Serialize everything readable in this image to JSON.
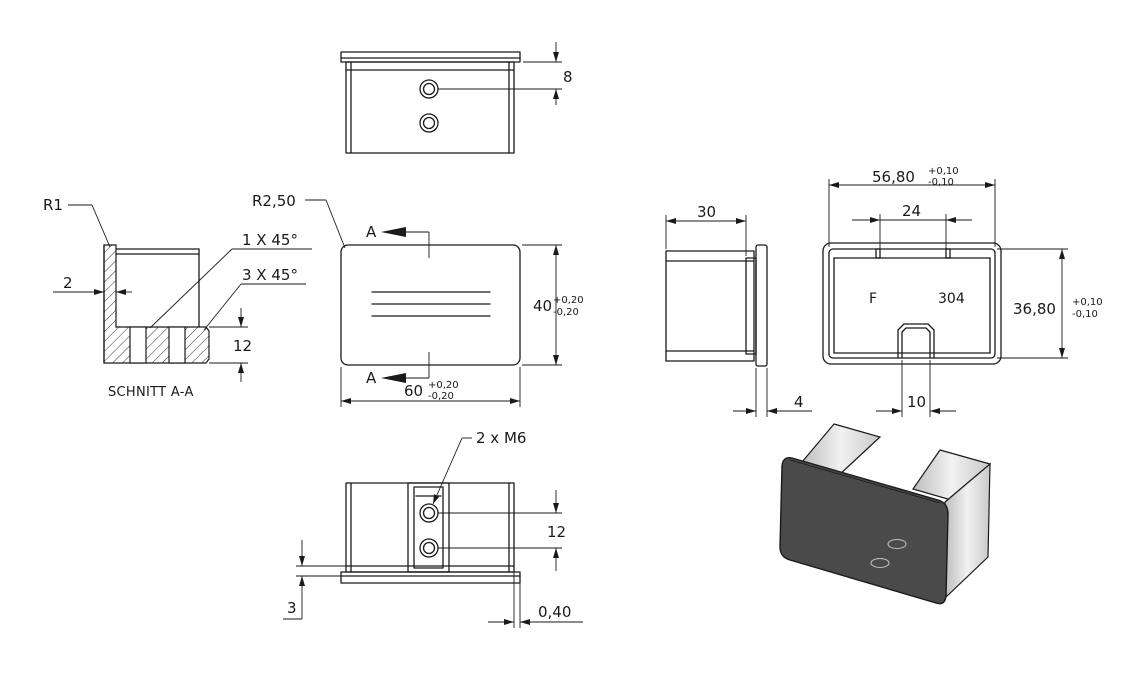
{
  "labels": {
    "r1": "R1",
    "r2_50": "R2,50",
    "chamfer_1": "1 X 45°",
    "chamfer_3": "3 X 45°",
    "section_caption": "SCHNITT A-A",
    "section_arrow_top": "A",
    "section_arrow_bottom": "A",
    "thread_callout": "2 x M6",
    "marking_f": "F",
    "marking_304": "304"
  },
  "dimensions": {
    "top_hole_offset": "8",
    "wall": "2",
    "pocket_depth": "12",
    "width_60": "60",
    "width_60_tol_upper": "+0,20",
    "width_60_tol_lower": "-0,20",
    "height_40": "40",
    "height_40_tol_upper": "+0,20",
    "height_40_tol_lower": "-0,20",
    "bottom_hole_spacing": "12",
    "flange_3": "3",
    "offset_0_40": "0,40",
    "side_depth_30": "30",
    "side_flange_4": "4",
    "front_width": "56,80",
    "front_width_tol_upper": "+0,10",
    "front_width_tol_lower": "-0,10",
    "front_slot_24": "24",
    "front_height": "36,80",
    "front_height_tol_upper": "+0,10",
    "front_height_tol_lower": "-0,10",
    "front_slot_10": "10"
  },
  "colors": {
    "line": "#1a1a1a",
    "iso_face": "#4a4a4a",
    "iso_side": "#e2e2e2"
  }
}
